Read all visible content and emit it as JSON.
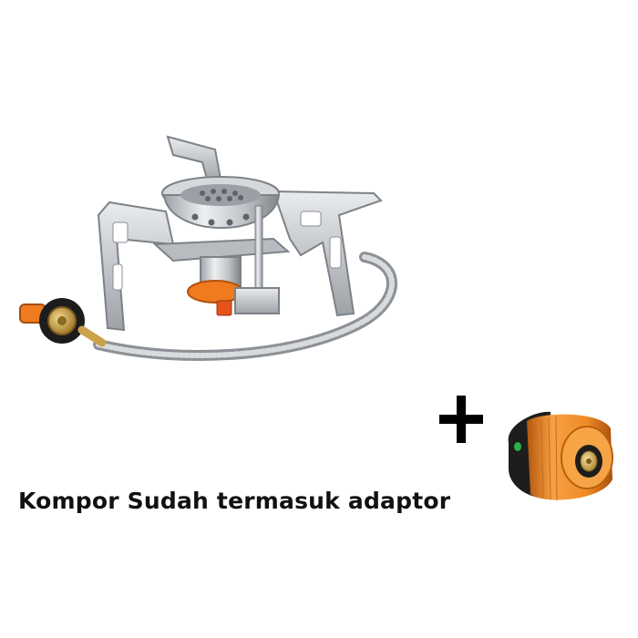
{
  "caption": "Kompor Sudah termasuk adaptor",
  "colors": {
    "background": "#ffffff",
    "steel": "#c9ccd0",
    "steel_dark": "#8e9297",
    "orange": "#f07a1e",
    "brass": "#c9a24a",
    "black": "#1a1a1a"
  },
  "icons": [
    "camping-stove-image",
    "plus-icon",
    "gas-adaptor-image"
  ]
}
